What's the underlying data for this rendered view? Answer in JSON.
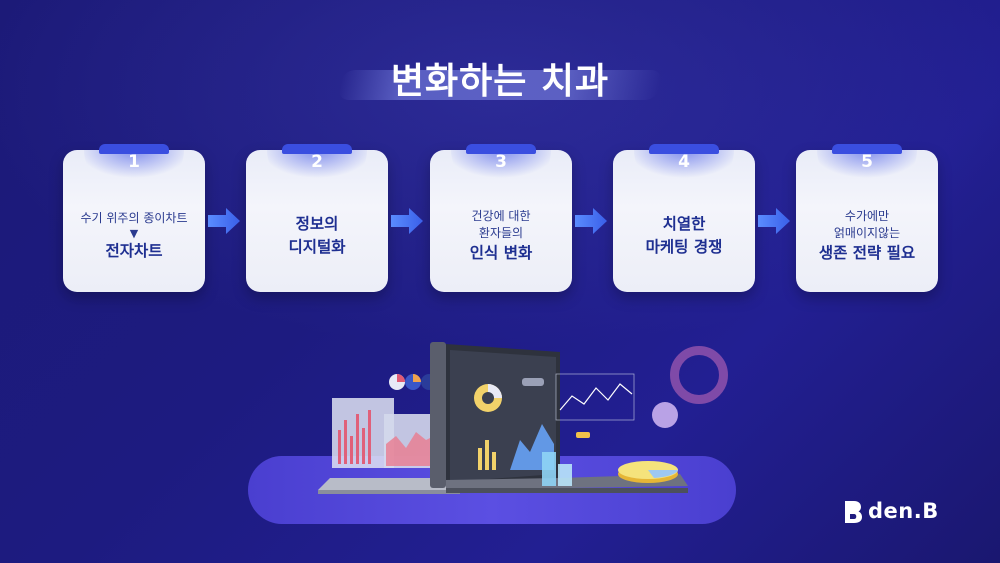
{
  "title": "변화하는 치과",
  "steps": [
    {
      "num": "1",
      "line1": "수기 위주의 종이차트",
      "marker": "▼",
      "line2": "전자차트"
    },
    {
      "num": "2",
      "line1": "정보의",
      "line2": "디지털화"
    },
    {
      "num": "3",
      "line1": "건강에 대한",
      "line2": "환자들의",
      "line3": "인식 변화"
    },
    {
      "num": "4",
      "line1": "치열한",
      "line2": "마케팅 경쟁"
    },
    {
      "num": "5",
      "line1": "수가에만",
      "line2": "얽매이지않는",
      "line3": "생존 전략 필요"
    }
  ],
  "brand": {
    "name": "den.B"
  },
  "colors": {
    "background": "#1d1b80",
    "card": "#eef0f9",
    "card_text": "#1e2f91",
    "accent_blue": "#3a4ee0",
    "platform": "#5045d8",
    "ring": "#7f4aa8"
  },
  "icons": [
    "arrow-right-icon",
    "laptop-icon",
    "chart-icon",
    "den-b-logo-icon"
  ]
}
